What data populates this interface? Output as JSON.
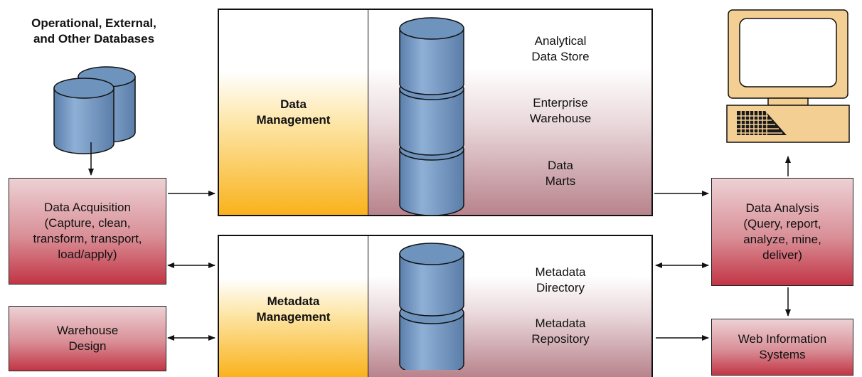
{
  "sources": {
    "title_line1": "Operational, External,",
    "title_line2": "and Other Databases"
  },
  "acquisition": {
    "line1": "Data Acquisition",
    "line2": "(Capture, clean,",
    "line3": "transform, transport,",
    "line4": "load/apply)"
  },
  "warehouse_design": {
    "line1": "Warehouse",
    "line2": "Design"
  },
  "data_management": {
    "title_line1": "Data",
    "title_line2": "Management",
    "stores": [
      {
        "line1": "Analytical",
        "line2": "Data Store"
      },
      {
        "line1": "Enterprise",
        "line2": "Warehouse"
      },
      {
        "line1": "Data",
        "line2": "Marts"
      }
    ]
  },
  "metadata_management": {
    "title_line1": "Metadata",
    "title_line2": "Management",
    "stores": [
      {
        "line1": "Metadata",
        "line2": "Directory"
      },
      {
        "line1": "Metadata",
        "line2": "Repository"
      }
    ]
  },
  "analysis": {
    "line1": "Data Analysis",
    "line2": "(Query, report,",
    "line3": "analyze, mine,",
    "line4": "deliver)"
  },
  "web": {
    "line1": "Web Information",
    "line2": "Systems"
  },
  "colors": {
    "cylinder": "#6e93bd",
    "red_box": "#c23545",
    "gold": "#f9b21c",
    "monitor": "#f4cf94"
  }
}
